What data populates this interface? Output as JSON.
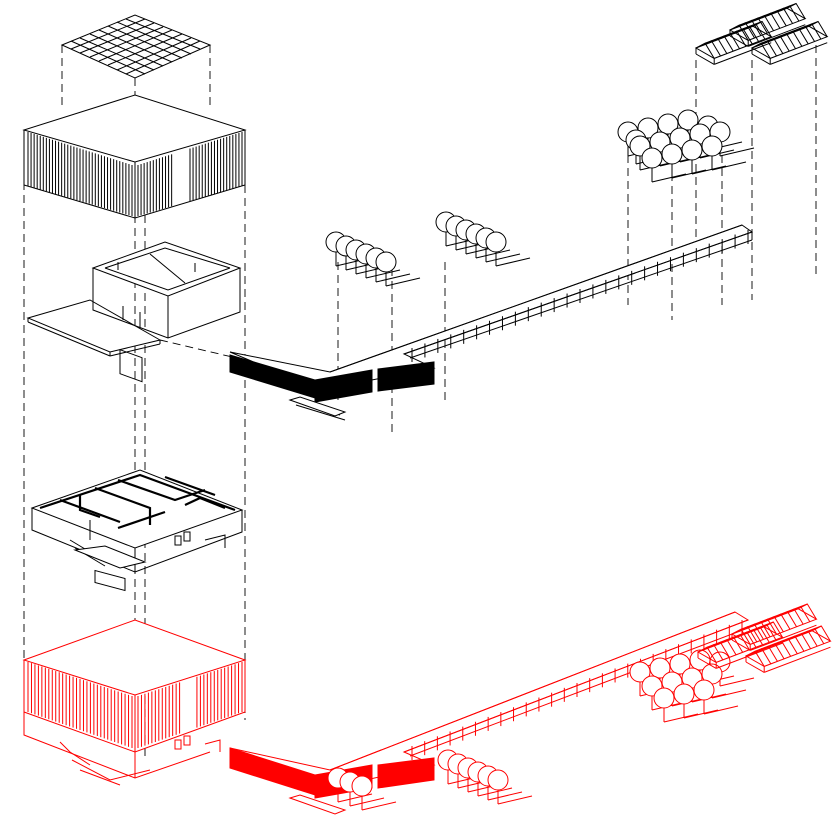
{
  "diagram": {
    "kind": "exploded-axonometric",
    "colors": {
      "line": "#000000",
      "fill_dark": "#000000",
      "accent": "#ff0000",
      "background": "#ffffff"
    },
    "layers": [
      {
        "name": "roof-grid",
        "color": "black"
      },
      {
        "name": "facade-screen",
        "color": "black"
      },
      {
        "name": "upper-floor-plan",
        "color": "black"
      },
      {
        "name": "ground-floor-plan",
        "color": "black"
      },
      {
        "name": "assembled-building",
        "color": "red"
      }
    ],
    "components": [
      {
        "name": "covered-walkway",
        "color": "black"
      },
      {
        "name": "tree-groups",
        "color": "black"
      },
      {
        "name": "greenhouses",
        "color": "black"
      },
      {
        "name": "assembled-site",
        "color": "red"
      }
    ]
  }
}
